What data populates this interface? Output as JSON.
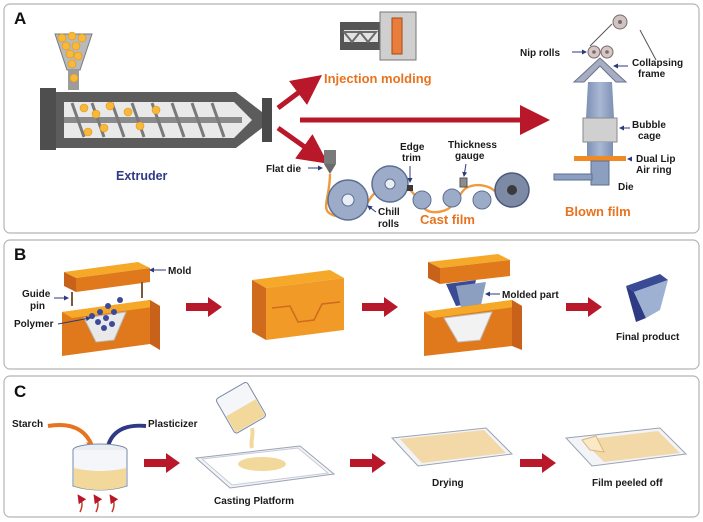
{
  "panels": {
    "a": {
      "letter": "A",
      "extruder": "Extruder",
      "injection_molding": "Injection molding",
      "cast_film": "Cast film",
      "blown_film": "Blown film",
      "flat_die": "Flat die",
      "edge_trim_1": "Edge",
      "edge_trim_2": "trim",
      "thickness_gauge_1": "Thickness",
      "thickness_gauge_2": "gauge",
      "chill_rolls_1": "Chill",
      "chill_rolls_2": "rolls",
      "nip_rolls": "Nip rolls",
      "collapsing_frame_1": "Collapsing",
      "collapsing_frame_2": "frame",
      "bubble_cage_1": "Bubble",
      "bubble_cage_2": "cage",
      "dual_lip_1": "Dual Lip",
      "dual_lip_2": "Air ring",
      "die": "Die"
    },
    "b": {
      "letter": "B",
      "mold": "Mold",
      "guide_pin_1": "Guide",
      "guide_pin_2": "pin",
      "polymer": "Polymer",
      "molded_part": "Molded part",
      "final_product": "Final product"
    },
    "c": {
      "letter": "C",
      "starch": "Starch",
      "plasticizer": "Plasticizer",
      "casting_platform": "Casting Platform",
      "drying": "Drying",
      "film_peeled_off": "Film peeled off"
    }
  },
  "colors": {
    "orange": "#f5a21d",
    "orange_dark": "#e06d1a",
    "red_arrow": "#b8182a",
    "steel_blue": "#8c9fc0",
    "extruder_gray": "#5a5a5a",
    "pellet": "#f6b93b"
  }
}
